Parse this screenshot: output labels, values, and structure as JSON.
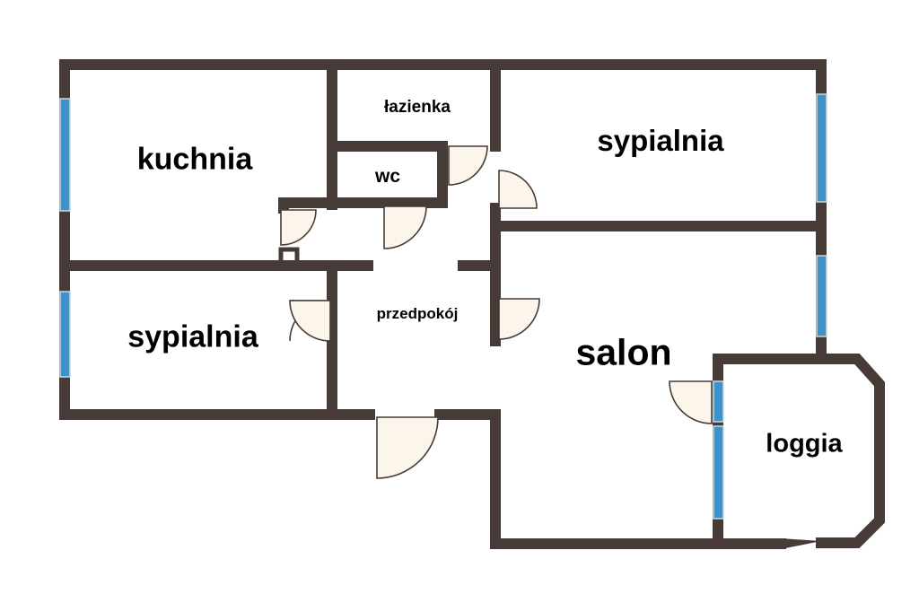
{
  "colors": {
    "wall": "#463b37",
    "window": "#3f91c7",
    "door_fill": "#fbf5ec"
  },
  "rooms": {
    "kitchen": "kuchnia",
    "bathroom": "łazienka",
    "wc": "wc",
    "bedroom_top": "sypialnia",
    "bedroom_left": "sypialnia",
    "hall": "przedpokój",
    "living_room": "salon",
    "loggia": "loggia"
  }
}
